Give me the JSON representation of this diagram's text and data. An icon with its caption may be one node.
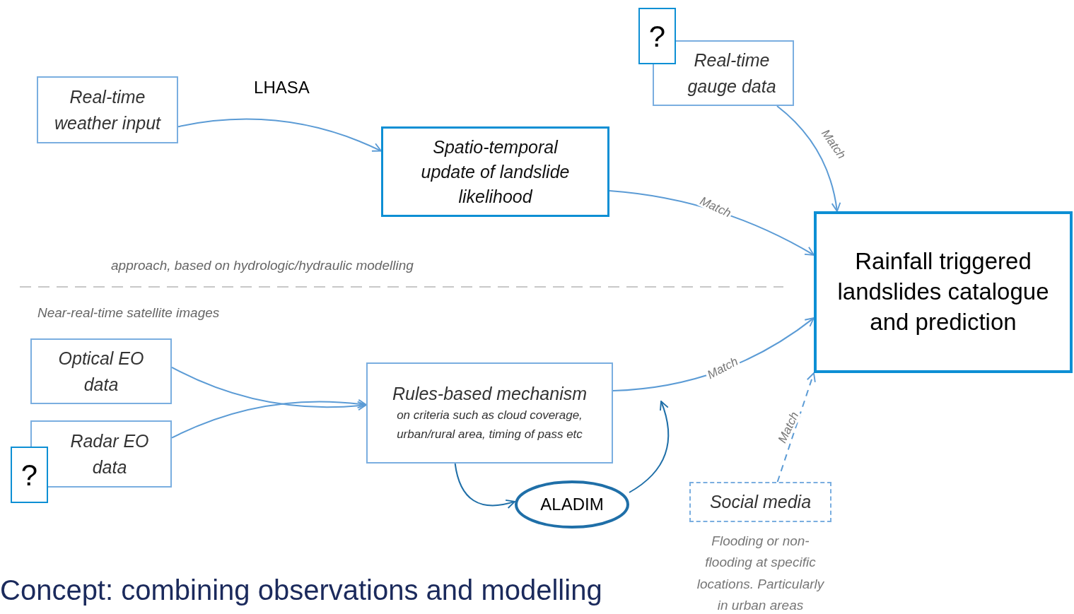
{
  "diagram": {
    "caption": "Concept: combining observations and modelling",
    "nodes": [
      {
        "text": [
          "Real-time weather input"
        ]
      },
      {
        "text": [
          "Spatio-temporal update of landslide likelihood"
        ]
      },
      {
        "text": [
          "?"
        ]
      },
      {
        "text": [
          "Real-time gauge data"
        ]
      },
      {
        "text": [
          "Rainfall triggered landslides catalogue and prediction"
        ]
      },
      {
        "text": [
          "Optical EO data"
        ]
      },
      {
        "text": [
          "Radar EO data"
        ]
      },
      {
        "text": [
          "?"
        ]
      },
      {
        "text": [
          "Rules-based mechanism",
          "on criteria such as cloud coverage, urban/rural area, timing of pass etc"
        ]
      },
      {
        "text": [
          "ALADIM"
        ]
      },
      {
        "text": [
          "Social media"
        ],
        "beside": [
          "Flooding or non-flooding at specific locations. Particularly in urban areas"
        ]
      }
    ],
    "edges": [
      {
        "from": 0,
        "to": 1,
        "arrow": "to",
        "label": "LHASA"
      },
      {
        "from": 3,
        "to": 4,
        "arrow": "to",
        "label": "Match"
      },
      {
        "from": 1,
        "to": 4,
        "arrow": "to",
        "label": "Match"
      },
      {
        "from": 8,
        "to": 4,
        "arrow": "to",
        "label": "Match"
      },
      {
        "from": 5,
        "to": 8,
        "arrow": "to"
      },
      {
        "from": 6,
        "to": 8,
        "arrow": "to"
      },
      {
        "from": 8,
        "to": 9,
        "arrow": "to",
        "color": "#1f6fa8"
      },
      {
        "from": 9,
        "to": null,
        "arrow": "to",
        "color": "#1f6fa8"
      },
      {
        "from": 10,
        "to": 4,
        "arrow": "to",
        "label": "Match",
        "style": "dashed"
      }
    ],
    "labels": [
      "approach, based on hydrologic/hydraulic modelling",
      "Near-real-time satellite images"
    ]
  }
}
